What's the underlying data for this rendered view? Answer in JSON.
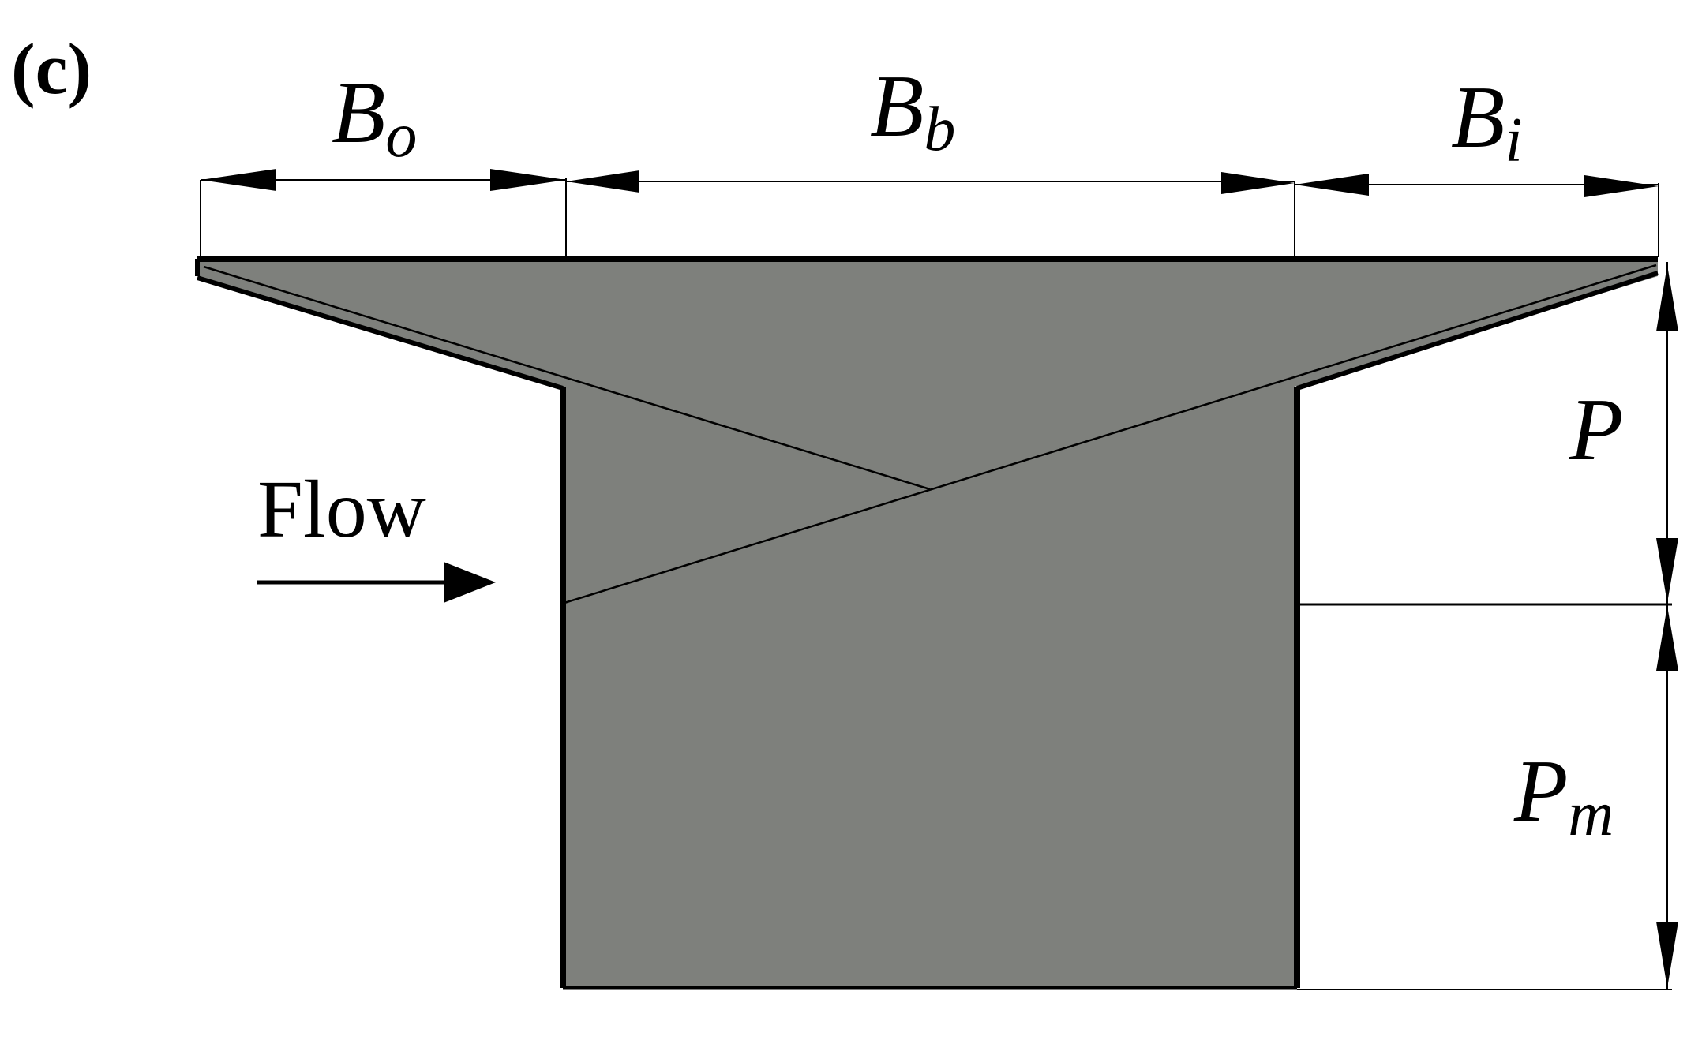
{
  "panel_label": "(c)",
  "flow_label": "Flow",
  "dimensions": {
    "outer_overhang": {
      "symbol": "B",
      "subscript": "o"
    },
    "bottom_width": {
      "symbol": "B",
      "subscript": "b"
    },
    "inner_overhang": {
      "symbol": "B",
      "subscript": "i"
    },
    "weir_height": {
      "symbol": "P",
      "subscript": ""
    },
    "model_height": {
      "symbol": "P",
      "subscript": "m"
    }
  },
  "colors": {
    "fill": "#7e807c",
    "line": "#000000",
    "background": "#ffffff"
  }
}
